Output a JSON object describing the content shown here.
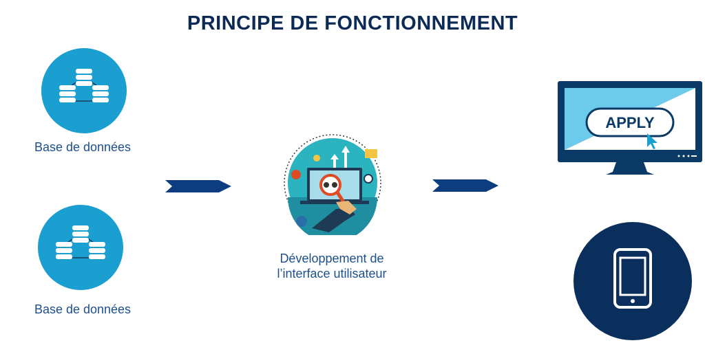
{
  "title": "PRINCIPE DE FONCTIONNEMENT",
  "nodes": {
    "db1": {
      "label": "Base de données"
    },
    "db2": {
      "label": "Base de données"
    },
    "dev": {
      "label_line1": "Développement de",
      "label_line2": "l’interface utilisateur"
    },
    "monitor": {
      "button_label": "APPLY"
    }
  },
  "colors": {
    "db_blue": "#1a9fd0",
    "navy": "#0b2f5c",
    "arrow": "#0d3c80",
    "sky": "#6ccbeb"
  }
}
